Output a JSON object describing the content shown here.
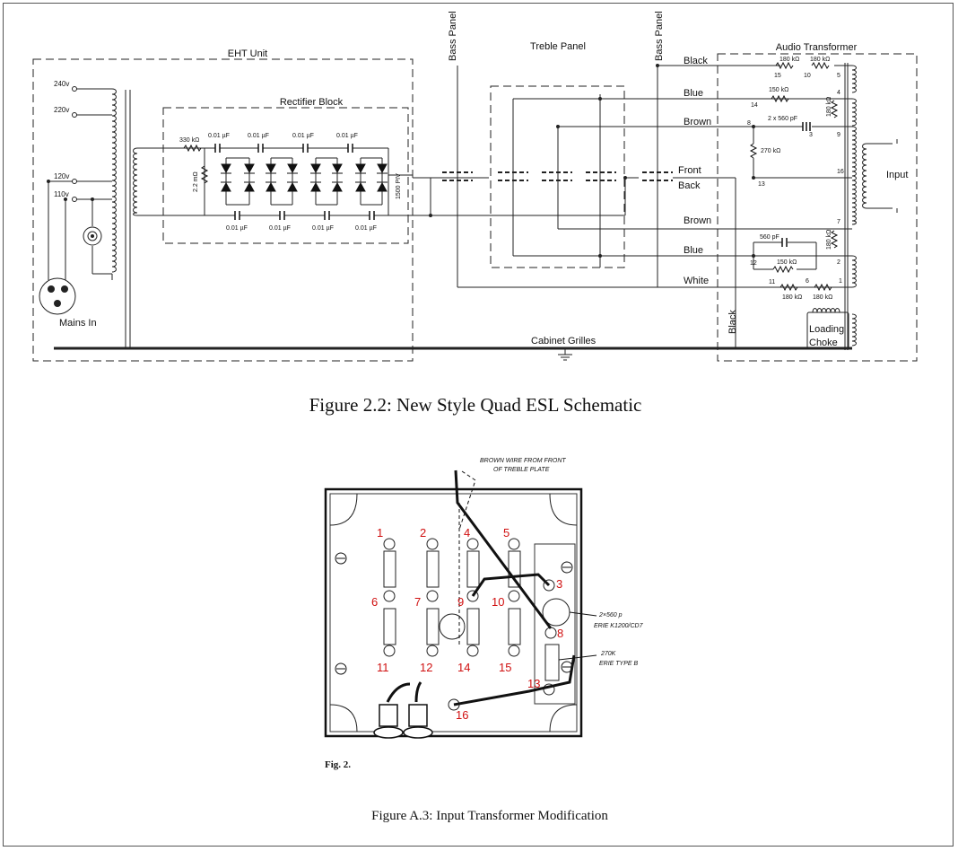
{
  "schematic": {
    "eht_unit": "EHT Unit",
    "rectifier_block": "Rectifier Block",
    "treble_panel": "Treble Panel",
    "bass_panel_left": "Bass Panel",
    "bass_panel_right": "Bass Panel",
    "audio_transformer": "Audio Transformer",
    "cabinet_grilles": "Cabinet Grilles",
    "mains_in": "Mains In",
    "input": "Input",
    "loading_choke": [
      "Loading",
      "Choke"
    ],
    "front": "Front",
    "back": "Back",
    "taps": [
      "240v",
      "220v",
      "120v",
      "110v"
    ],
    "wires": {
      "black_top": "Black",
      "blue_top": "Blue",
      "brown_top": "Brown",
      "brown_bottom": "Brown",
      "blue_bottom": "Blue",
      "white": "White",
      "black_vertical": "Black"
    },
    "components": {
      "r330k": "330 kΩ",
      "r2m2": "2.2 mΩ",
      "piv": "1500 PIV",
      "cap_001": "0.01 µF",
      "r180k": "180 kΩ",
      "r150k": "150 kΩ",
      "c2x560": "2 x 560 pF",
      "r270k": "270 kΩ",
      "c560": "560 pF"
    },
    "nodes": [
      "15",
      "10",
      "5",
      "4",
      "14",
      "8",
      "3",
      "9",
      "16",
      "13",
      "7",
      "2",
      "12",
      "11",
      "6",
      "1"
    ]
  },
  "figure_caption_1": "Figure 2.2: New Style Quad ESL Schematic",
  "photo": {
    "annotation_top": [
      "BROWN WIRE FROM FRONT",
      "OF TREBLE PLATE"
    ],
    "cap_note": [
      "2×560 p",
      "ERIE K1200/CD7"
    ],
    "res_note": [
      "270K",
      "ERIE TYPE B"
    ],
    "fig_label": "Fig. 2.",
    "numbers": [
      "1",
      "2",
      "4",
      "5",
      "3",
      "6",
      "7",
      "9",
      "10",
      "8",
      "11",
      "12",
      "14",
      "15",
      "13",
      "16"
    ]
  },
  "figure_caption_2": "Figure A.3: Input Transformer Modification"
}
